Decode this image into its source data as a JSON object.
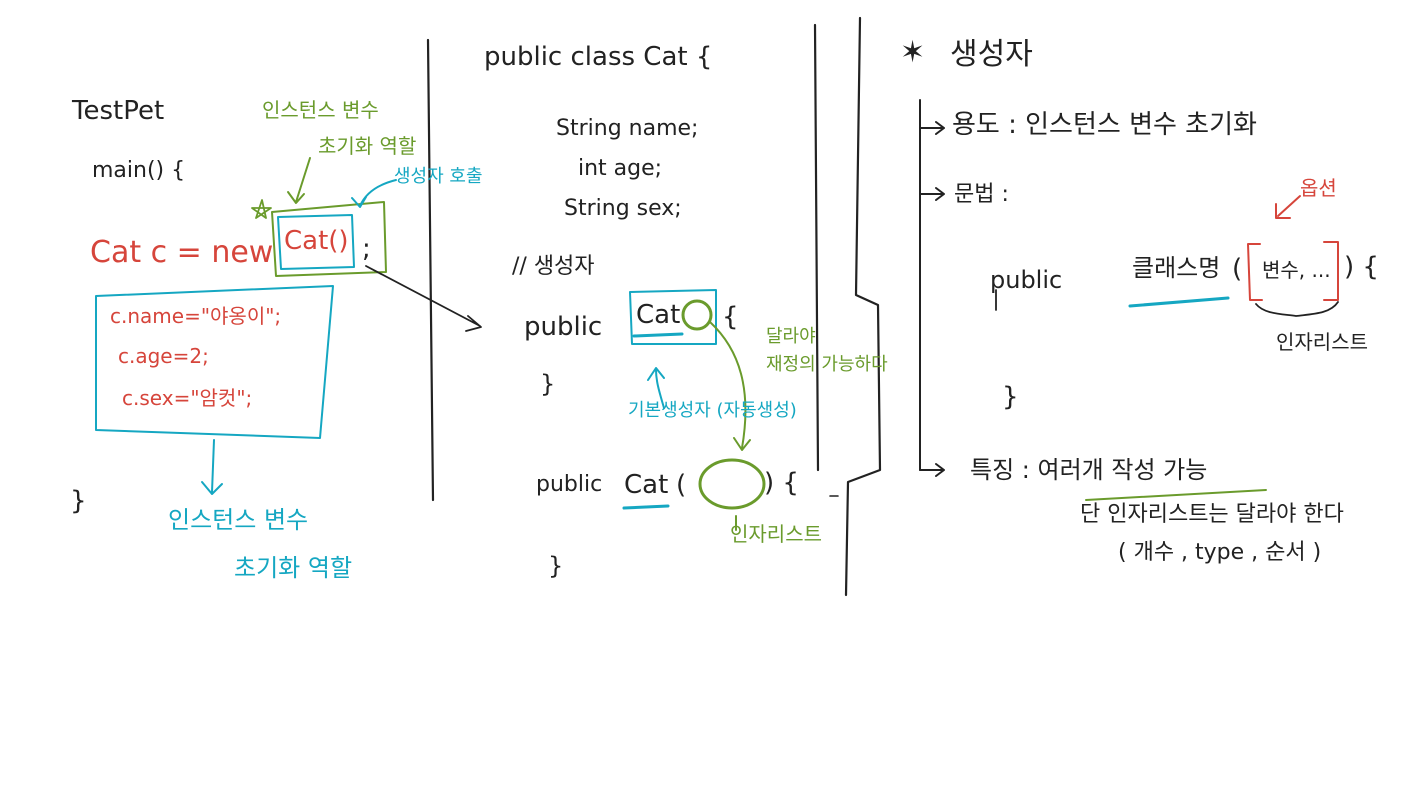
{
  "colors": {
    "ink": "#222222",
    "red": "#d6453b",
    "blue": "#15a7c2",
    "green": "#6a9b2c"
  },
  "left": {
    "class_name": "TestPet",
    "main_sig": "main() {",
    "ann_init_var": "인스턴스 변수",
    "ann_init_role": "초기화 역할",
    "ann_ctor_call": "생성자 호출",
    "stmt_prefix": "Cat c = new",
    "stmt_call": "Cat()",
    "stmt_semicolon": ";",
    "line_name": "c.name=\"야옹이\";",
    "line_age": "c.age=2;",
    "line_sex": "c.sex=\"암컷\";",
    "close": "}",
    "bottom_var": "인스턴스 변수",
    "bottom_role": "초기화 역할"
  },
  "middle": {
    "class_decl": "public class Cat {",
    "field_name": "String name;",
    "field_age": "int age;",
    "field_sex": "String sex;",
    "ctor_comment": "// 생성자",
    "ctor1_public": "public",
    "ctor1_name": "Cat",
    "ctor1_brace": "{",
    "ctor1_close": "}",
    "ctor2_public": "public",
    "ctor2_name": "Cat",
    "ctor2_paren_open": "(",
    "ctor2_paren_close": ") {",
    "ctor2_close": "}",
    "ann_default_ctor": "기본생성자 (자동생성)",
    "ann_diff_1": "달라야",
    "ann_diff_2": "재정의 가능하다",
    "ann_params": "인자리스트"
  },
  "right": {
    "title_star": "✶",
    "title": "생성자",
    "purpose": "용도 : 인스턴스 변수 초기화",
    "syntax_label": "문법 :",
    "option_label": "옵션",
    "syntax_public": "public",
    "syntax_class_name": "클래스명",
    "syntax_paren_open": "(",
    "syntax_params": "변수, ...",
    "syntax_paren_close": ") {",
    "params_label": "인자리스트",
    "syntax_close": "}",
    "feature": "특징 : 여러개 작성 가능",
    "feature_note": "단 인자리스트는 달라야 한다",
    "feature_detail": "( 개수 , type , 순서 )"
  }
}
